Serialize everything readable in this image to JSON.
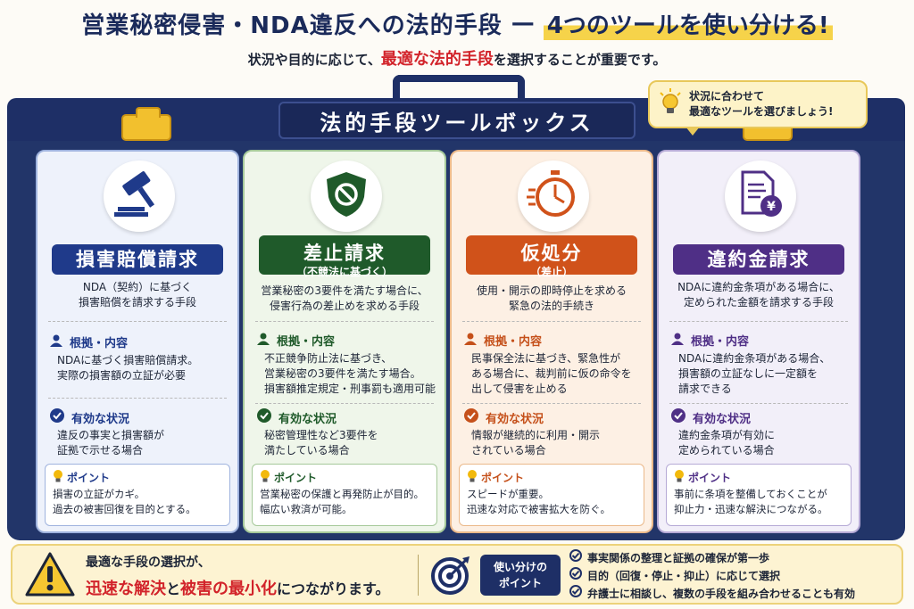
{
  "header": {
    "title_main": "営業秘密侵害・NDA違反への法的手段",
    "title_dash": "—",
    "title_highlight": "4つのツールを使い分ける!",
    "subtitle_pre": "状況や目的に応じて、",
    "subtitle_red": "最適な法的手段",
    "subtitle_post": "を選択することが重要です。"
  },
  "toolbox": {
    "label": "法的手段ツールボックス",
    "bubble_line1": "状況に合わせて",
    "bubble_line2": "最適なツールを選びましょう!"
  },
  "cards": [
    {
      "icon": "gavel-icon",
      "name": "損害賠償請求",
      "sub": "",
      "desc1": "NDA（契約）に基づく",
      "desc2": "損害賠償を請求する手段",
      "basis_head": "根拠・内容",
      "basis_body": "NDAに基づく損害賠償請求。\n実際の損害額の立証が必要",
      "effective_head": "有効な状況",
      "effective_body": "違反の事実と損害額が\n証拠で示せる場合",
      "point_head": "ポイント",
      "point_body": "損害の立証がカギ。\n過去の被害回復を目的とする。",
      "color": "#1f3a8a"
    },
    {
      "icon": "shield-icon",
      "name": "差止請求",
      "sub": "（不競法に基づく）",
      "desc1": "営業秘密の3要件を満たす場合に、",
      "desc2": "侵害行為の差止めを求める手段",
      "basis_head": "根拠・内容",
      "basis_body": "不正競争防止法に基づき、\n営業秘密の3要件を満たす場合。\n損害額推定規定・刑事罰も適用可能",
      "effective_head": "有効な状況",
      "effective_body": "秘密管理性など3要件を\n満たしている場合",
      "point_head": "ポイント",
      "point_body": "営業秘密の保護と再発防止が目的。\n幅広い救済が可能。",
      "color": "#1f5a2a"
    },
    {
      "icon": "stopwatch-icon",
      "name": "仮処分",
      "sub": "（差止）",
      "desc1": "使用・開示の即時停止を求める",
      "desc2": "緊急の法的手続き",
      "basis_head": "根拠・内容",
      "basis_body": "民事保全法に基づき、緊急性が\nある場合に、裁判前に仮の命令を\n出して侵害を止める",
      "effective_head": "有効な状況",
      "effective_body": "情報が継続的に利用・開示\nされている場合",
      "point_head": "ポイント",
      "point_body": "スピードが重要。\n迅速な対応で被害拡大を防ぐ。",
      "color": "#d0521a"
    },
    {
      "icon": "yen-document-icon",
      "name": "違約金請求",
      "sub": "",
      "desc1": "NDAに違約金条項がある場合に、",
      "desc2": "定められた金額を請求する手段",
      "basis_head": "根拠・内容",
      "basis_body": "NDAに違約金条項がある場合、\n損害額の立証なしに一定額を\n請求できる",
      "effective_head": "有効な状況",
      "effective_body": "違約金条項が有効に\n定められている場合",
      "point_head": "ポイント",
      "point_body": "事前に条項を整備しておくことが\n抑止力・迅速な解決につながる。",
      "color": "#4f2f86"
    }
  ],
  "footer": {
    "msg_line1": "最適な手段の選択が、",
    "msg_red1": "迅速な解決",
    "msg_mid": "と",
    "msg_red2": "被害の最小化",
    "msg_post": "につながります。",
    "tip_badge_line1": "使い分けの",
    "tip_badge_line2": "ポイント",
    "tips": [
      "事実関係の整理と証拠の確保が第一歩",
      "目的（回復・停止・抑止）に応じて選択",
      "弁護士に相談し、複数の手段を組み合わせることも有効"
    ]
  }
}
